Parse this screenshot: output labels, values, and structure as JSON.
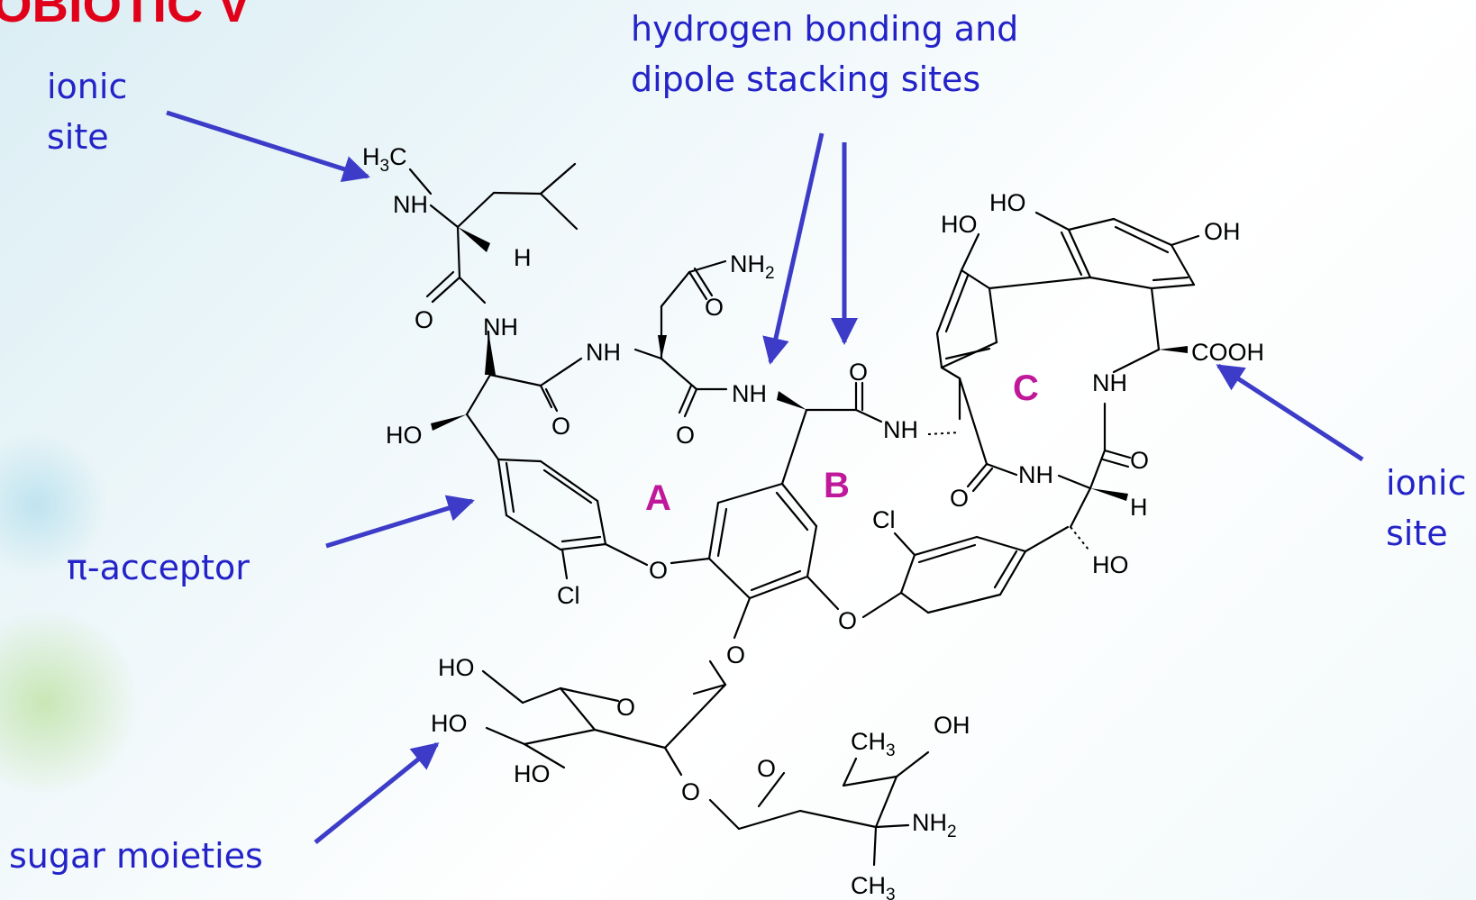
{
  "title": "OBIOTIC V",
  "annotations": {
    "ionic_left_1": "ionic",
    "ionic_left_2": "site",
    "hbond_1": "hydrogen bonding and",
    "hbond_2": "dipole stacking sites",
    "pi_acceptor": "π-acceptor",
    "ionic_right_1": "ionic",
    "ionic_right_2": "site",
    "sugar": "sugar moieties"
  },
  "rings": {
    "a": "A",
    "b": "B",
    "c": "C"
  },
  "atoms": {
    "h3c": "H3C",
    "nh_top": "NH",
    "h_top": "H",
    "nh2_top": "NH2",
    "o1": "O",
    "nh_1": "NH",
    "nh_2": "NH",
    "o2": "O",
    "o3": "O",
    "nh_3": "NH",
    "o4": "O",
    "ho_1": "HO",
    "o5": "O",
    "nh_4": "NH",
    "cl_1": "Cl",
    "o_ether_1": "O",
    "o_ether_2": "O",
    "cl_2": "Cl",
    "ho_2": "HO",
    "ho_3": "HO",
    "oh_1": "OH",
    "cooh": "COOH",
    "nh_5": "NH",
    "o6": "O",
    "nh_6": "NH",
    "o7": "O",
    "h_2": "H",
    "ho_4": "HO",
    "o_gly": "O",
    "ho_5": "HO",
    "o_ring1": "O",
    "ho_6": "HO",
    "ho_7": "HO",
    "o_link": "O",
    "o_ring2": "O",
    "ch3_1": "CH3",
    "oh_2": "OH",
    "nh2_2": "NH2",
    "ch3_2": "CH3"
  },
  "colors": {
    "annotation": "#2323c8",
    "arrow": "#3c3cc8",
    "ring_label": "#c0189a",
    "title": "#e0001a",
    "bond": "#000000"
  }
}
